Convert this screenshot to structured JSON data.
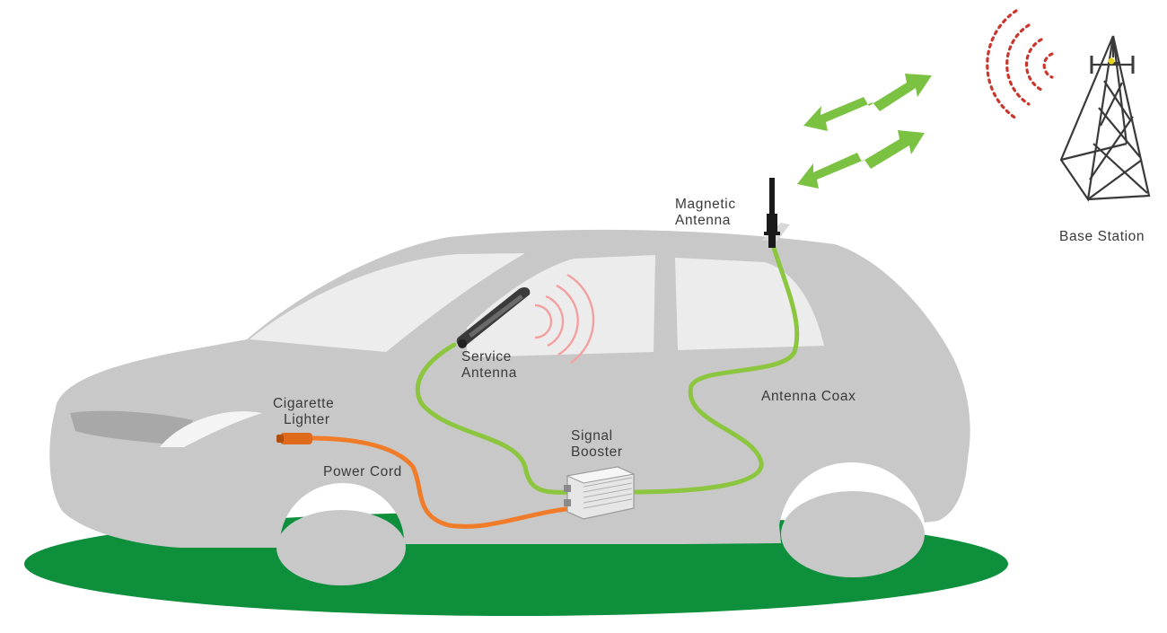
{
  "labels": {
    "magnetic_antenna": [
      "Magnetic",
      "Antenna"
    ],
    "base_station": "Base Station",
    "service_antenna": [
      "Service",
      "Antenna"
    ],
    "antenna_coax": "Antenna Coax",
    "cigarette_lighter": [
      "Cigarette",
      "Lighter"
    ],
    "signal_booster": [
      "Signal",
      "Booster"
    ],
    "power_cord": "Power Cord"
  },
  "icons": {
    "tower": "base-station-tower-icon",
    "car": "car-icon",
    "booster": "signal-booster-icon",
    "arrows": "bidirectional-arrow-icon",
    "waves": "radio-wave-icon"
  },
  "colors": {
    "car_body": "#c8c8c8",
    "car_window": "#ececec",
    "ground": "#0e8f3c",
    "coax_cable": "#8cc63f",
    "power_cord": "#f07c2a",
    "signal_arrows": "#7cc242",
    "tower_waves": "#c8362e",
    "service_waves": "#f3a0a0",
    "antenna": "#1a1a1a"
  }
}
